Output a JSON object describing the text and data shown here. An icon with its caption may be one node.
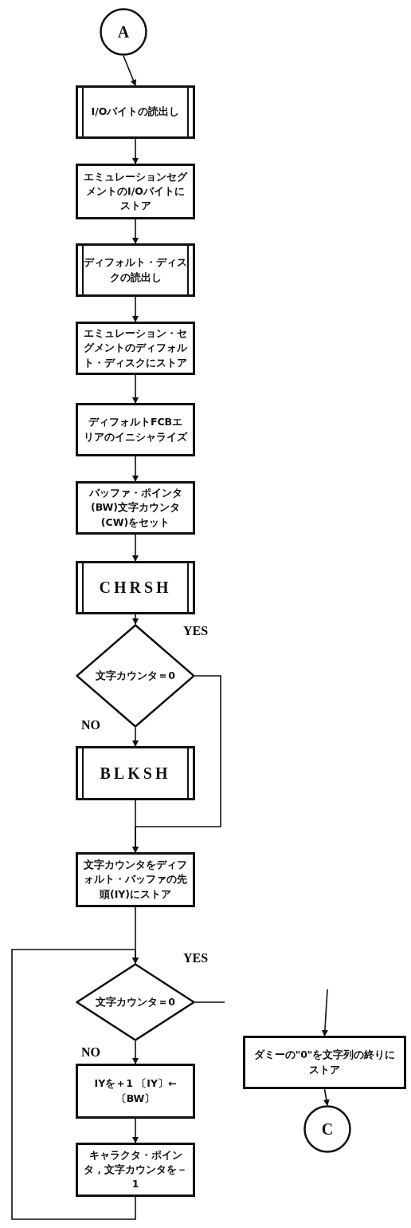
{
  "diagram": {
    "nodes": [
      {
        "text": [
          "A"
        ]
      },
      {
        "text": [
          "I/Oバイトの読出し"
        ]
      },
      {
        "text": [
          "エミュレーションセグメントのI/Oバイトにストア"
        ]
      },
      {
        "text": [
          "ディフォルト・ディスクの読出し"
        ]
      },
      {
        "text": [
          "エミュレーション・セグメントのディフォルト・ディスクにストア"
        ]
      },
      {
        "text": [
          "ディフォルトFCBエリアのイニシャライズ"
        ]
      },
      {
        "text": [
          "バッファ・ポインタ(BW)文字カウンタ(CW)をセット"
        ]
      },
      {
        "text": [
          "CHRSH"
        ]
      },
      {
        "text": [
          "文字カウンタ＝0"
        ]
      },
      {
        "text": [
          "BLKSH"
        ]
      },
      {
        "text": [
          "文字カウンタをディフォルト・バッファの先頭(IY)にストア"
        ]
      },
      {
        "text": [
          "文字カウンタ＝0"
        ]
      },
      {
        "text": [
          "IYを＋1 〔IY〕←〔BW〕"
        ]
      },
      {
        "text": [
          "キャラクタ・ポインタ，文字カウンタを－1"
        ]
      },
      {
        "text": [
          "ダミーの\"0\"を文字列の終りにストア"
        ]
      },
      {
        "text": [
          "C"
        ]
      }
    ],
    "edges": [
      {
        "from": 0,
        "to": 1,
        "arrow": "to"
      },
      {
        "from": 1,
        "to": 2,
        "arrow": "to"
      },
      {
        "from": 2,
        "to": 3,
        "arrow": "to"
      },
      {
        "from": 3,
        "to": 4,
        "arrow": "to"
      },
      {
        "from": 4,
        "to": 5,
        "arrow": "to"
      },
      {
        "from": 5,
        "to": 6,
        "arrow": "to"
      },
      {
        "from": 6,
        "to": 7,
        "arrow": "to"
      },
      {
        "from": 7,
        "to": 8,
        "arrow": "to"
      },
      {
        "from": 8,
        "to": 9,
        "arrow": "to",
        "label": "NO"
      },
      {
        "from": 8,
        "to": 10,
        "arrow": "to",
        "label": "YES"
      },
      {
        "from": 9,
        "to": 10,
        "arrow": "to"
      },
      {
        "from": 10,
        "to": 11,
        "arrow": "to"
      },
      {
        "from": 11,
        "to": 12,
        "arrow": "to",
        "label": "NO"
      },
      {
        "from": 12,
        "to": 13,
        "arrow": "to"
      },
      {
        "from": 13,
        "to": 11,
        "arrow": "to"
      },
      {
        "from": 11,
        "to": null,
        "arrow": "none",
        "label": "YES"
      },
      {
        "from": null,
        "to": 14,
        "arrow": "to"
      },
      {
        "from": 14,
        "to": 15,
        "arrow": "to"
      }
    ]
  }
}
